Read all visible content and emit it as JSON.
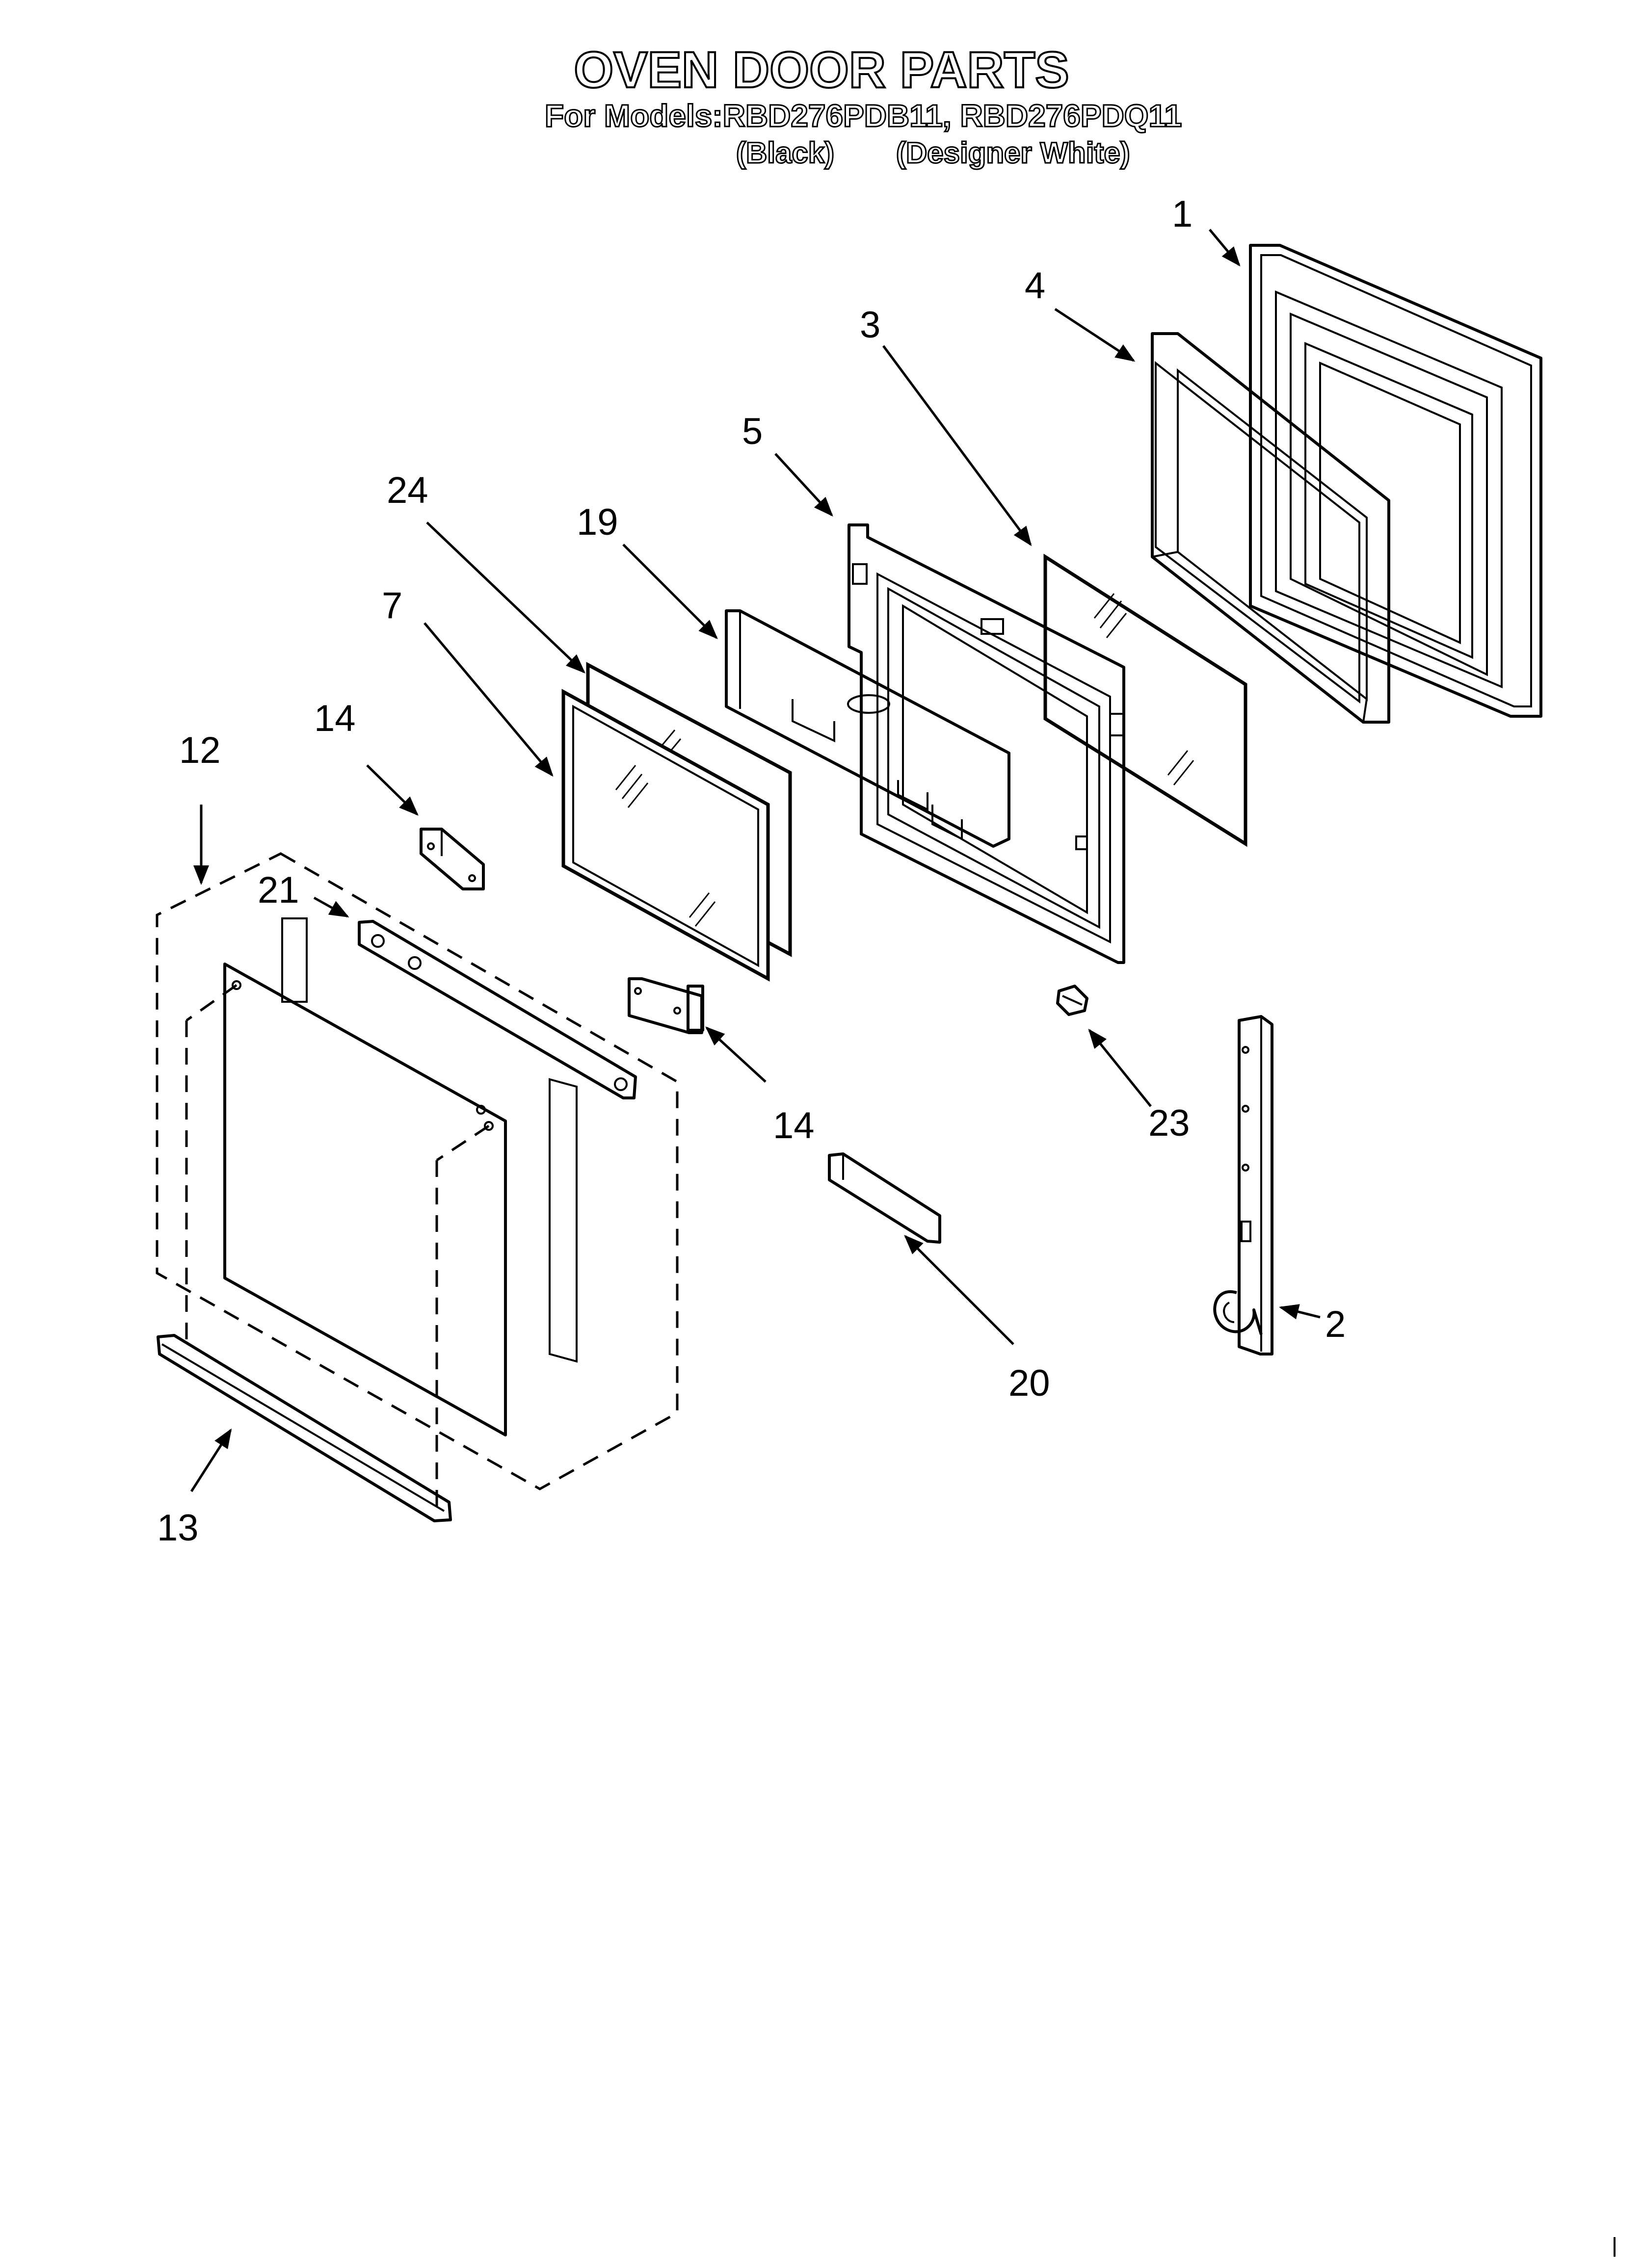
{
  "header": {
    "title": "OVEN DOOR PARTS",
    "models_line": "For Models:RBD276PDB11, RBD276PDQ11",
    "variant_black": "(Black)",
    "variant_white": "(Designer White)"
  },
  "callouts": {
    "c1": "1",
    "c2": "2",
    "c3": "3",
    "c4": "4",
    "c5": "5",
    "c7": "7",
    "c12": "12",
    "c13": "13",
    "c14a": "14",
    "c14b": "14",
    "c19": "19",
    "c20": "20",
    "c21": "21",
    "c23": "23",
    "c24": "24"
  }
}
